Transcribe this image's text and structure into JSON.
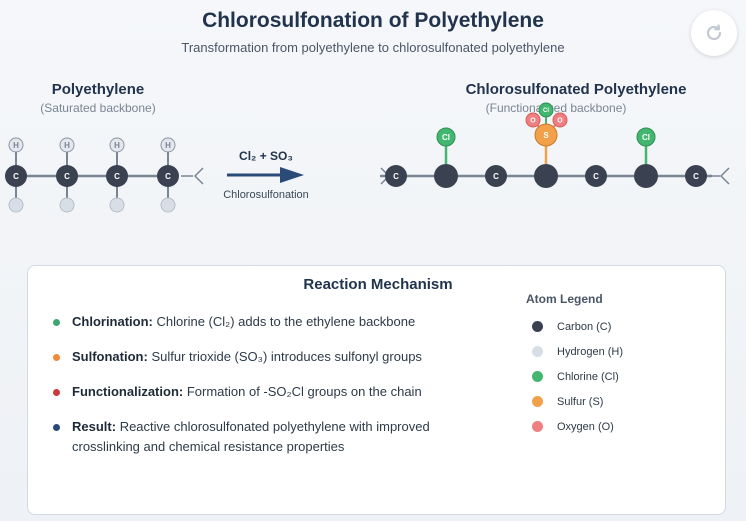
{
  "header": {
    "title": "Chlorosulfonation of Polyethylene",
    "subtitle": "Transformation from polyethylene to chlorosulfonated polyethylene"
  },
  "icons": {
    "refresh": "refresh-icon"
  },
  "reactant": {
    "name": "Polyethylene",
    "description": "(Saturated backbone)"
  },
  "product": {
    "name": "Chlorosulfonated Polyethylene",
    "description": "(Functionalized backbone)"
  },
  "reaction": {
    "reagents": "Cl₂ + SO₃",
    "process": "Chlorosulfonation"
  },
  "atom_labels": {
    "carbon": "C",
    "hydrogen": "H",
    "chlorine": "Cl",
    "sulfur": "S",
    "oxygen": "O"
  },
  "mechanism": {
    "title": "Reaction Mechanism",
    "items": [
      {
        "term": "Chlorination:",
        "text": "Chlorine (Cl₂) adds to the ethylene backbone",
        "color": "#3aa870"
      },
      {
        "term": "Sulfonation:",
        "text": "Sulfur trioxide (SO₃) introduces sulfonyl groups",
        "color": "#ef8a3b"
      },
      {
        "term": "Functionalization:",
        "text": "Formation of -SO₂Cl groups on the chain",
        "color": "#cc3b3b"
      },
      {
        "term": "Result:",
        "text": "Reactive chlorosulfonated polyethylene with improved crosslinking and chemical resistance properties",
        "color": "#2a4a78"
      }
    ]
  },
  "legend": {
    "title": "Atom Legend",
    "items": [
      {
        "label": "Carbon (C)",
        "color": "#3a4252"
      },
      {
        "label": "Hydrogen (H)",
        "color": "#d8dee6"
      },
      {
        "label": "Chlorine (Cl)",
        "color": "#43b66f"
      },
      {
        "label": "Sulfur (S)",
        "color": "#f2a04a"
      },
      {
        "label": "Oxygen (O)",
        "color": "#f08080"
      }
    ]
  },
  "colors": {
    "carbon": "#3a4252",
    "hydrogen": "#d8dee6",
    "chlorine": "#43b66f",
    "sulfur": "#f2a04a",
    "oxygen": "#f08080",
    "bond": "#7a8594",
    "arrow": "#2a4a78"
  }
}
